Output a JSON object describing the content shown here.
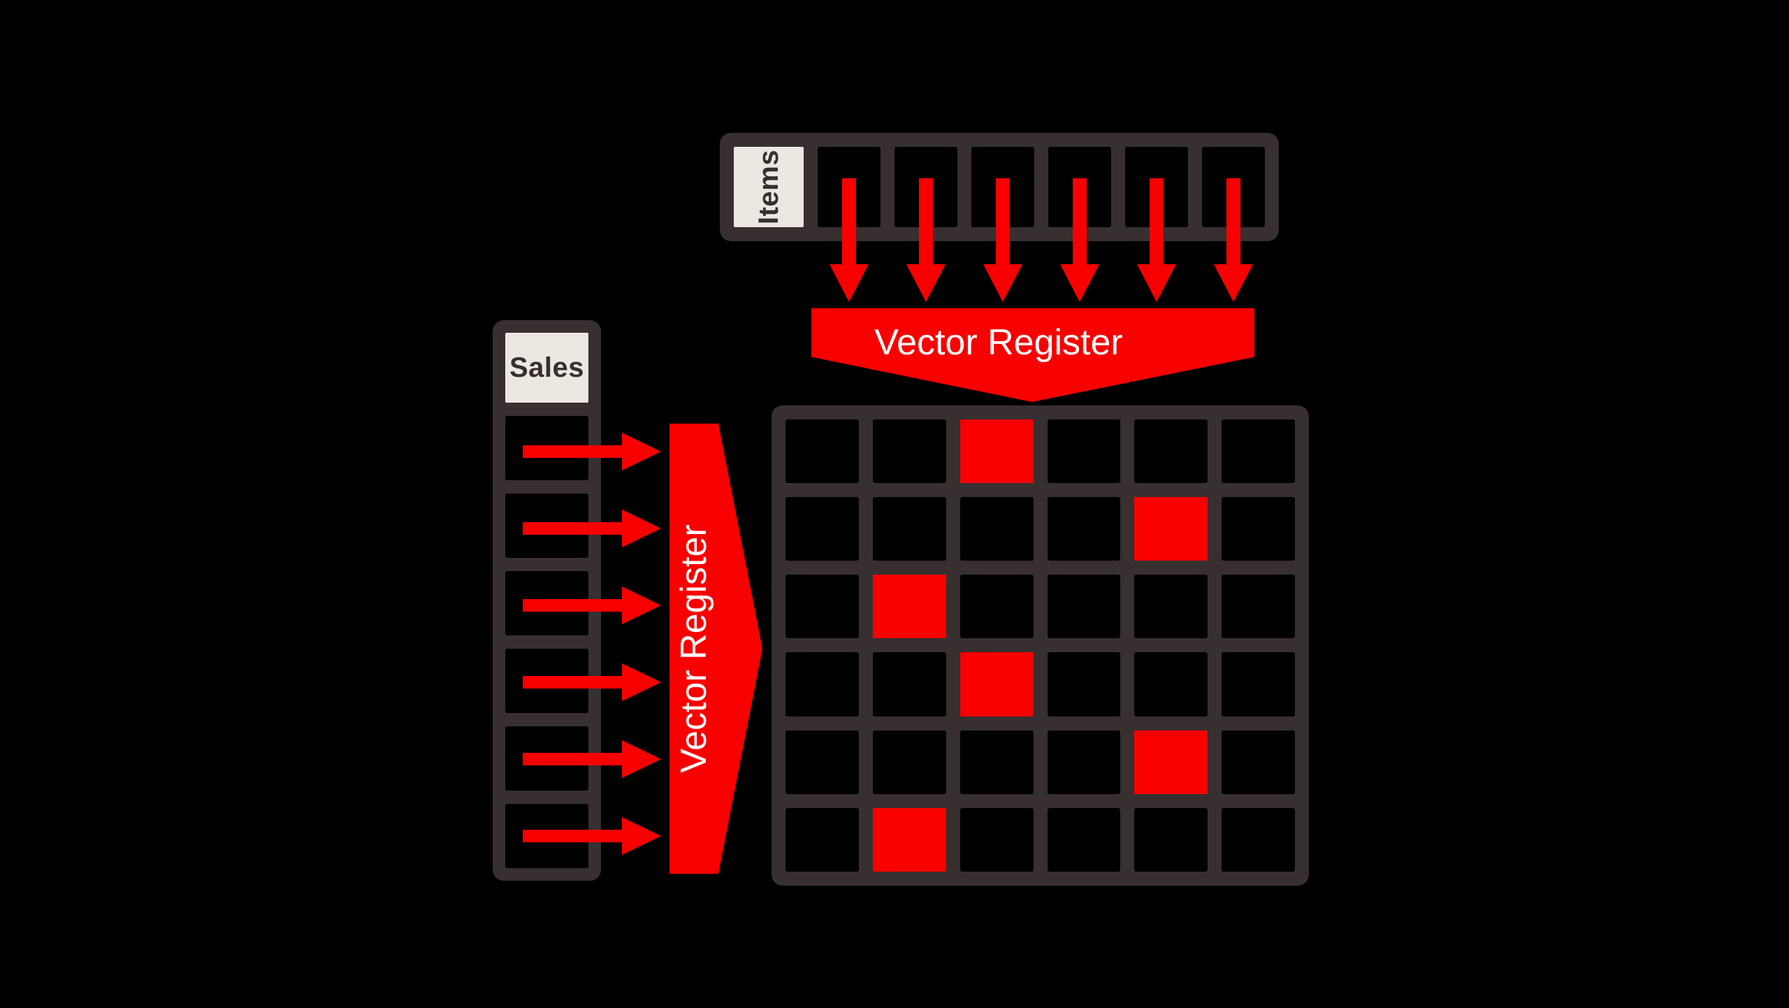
{
  "canvas": {
    "background": "#000000"
  },
  "colors": {
    "frame": "#372f30",
    "cell_fill": "#000000",
    "label_background": "#ece8e1",
    "label_text": "#372f30",
    "accent_red": "#f80000",
    "banner_text": "#ffffff"
  },
  "items_register": {
    "label": "Items",
    "cell_count": 6
  },
  "sales_register": {
    "label": "Sales",
    "cell_count": 6
  },
  "top_banner": {
    "label": "Vector Register"
  },
  "left_banner": {
    "label": "Vector Register"
  },
  "matrix": {
    "rows": 6,
    "cols": 6,
    "red_cells": [
      [
        1,
        3
      ],
      [
        2,
        5
      ],
      [
        3,
        2
      ],
      [
        4,
        3
      ],
      [
        5,
        5
      ],
      [
        6,
        2
      ]
    ]
  },
  "arrows": {
    "down_count": 6,
    "right_count": 6
  }
}
